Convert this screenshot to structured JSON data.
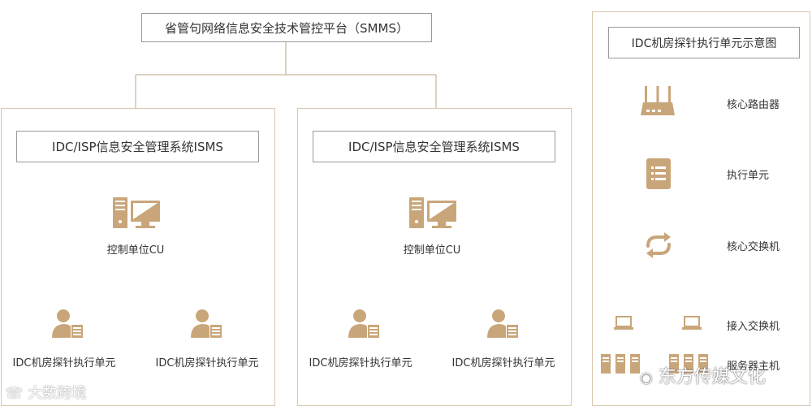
{
  "top": {
    "title": "省管句网络信息安全技术管控平台（SMMS）"
  },
  "isms": [
    {
      "title": "IDC/ISP信息安全管理系统ISMS",
      "control_unit": "控制单位CU",
      "probe_left": "IDC机房探针执行单元",
      "probe_right": "IDC机房探针执行单元"
    },
    {
      "title": "IDC/ISP信息安全管理系统ISMS",
      "control_unit": "控制单位CU",
      "probe_left": "IDC机房探针执行单元",
      "probe_right": "IDC机房探针执行单元"
    }
  ],
  "legend": {
    "title": "IDC机房探针执行单元示意图",
    "items": [
      {
        "icon": "router-icon",
        "label": "核心路由器"
      },
      {
        "icon": "execution-unit-icon",
        "label": "执行单元"
      },
      {
        "icon": "core-switch-icon",
        "label": "核心交换机"
      },
      {
        "icon": "access-switch-icon",
        "label": "接入交换机"
      },
      {
        "icon": "server-host-icon",
        "label": "服务器主机"
      }
    ]
  },
  "watermarks": {
    "left": "大数跨境",
    "right": "东方传媒文化"
  },
  "colors": {
    "icon_gold": "#c9a67a",
    "panel_border": "#d9c7ad",
    "line": "#b8a58a"
  }
}
